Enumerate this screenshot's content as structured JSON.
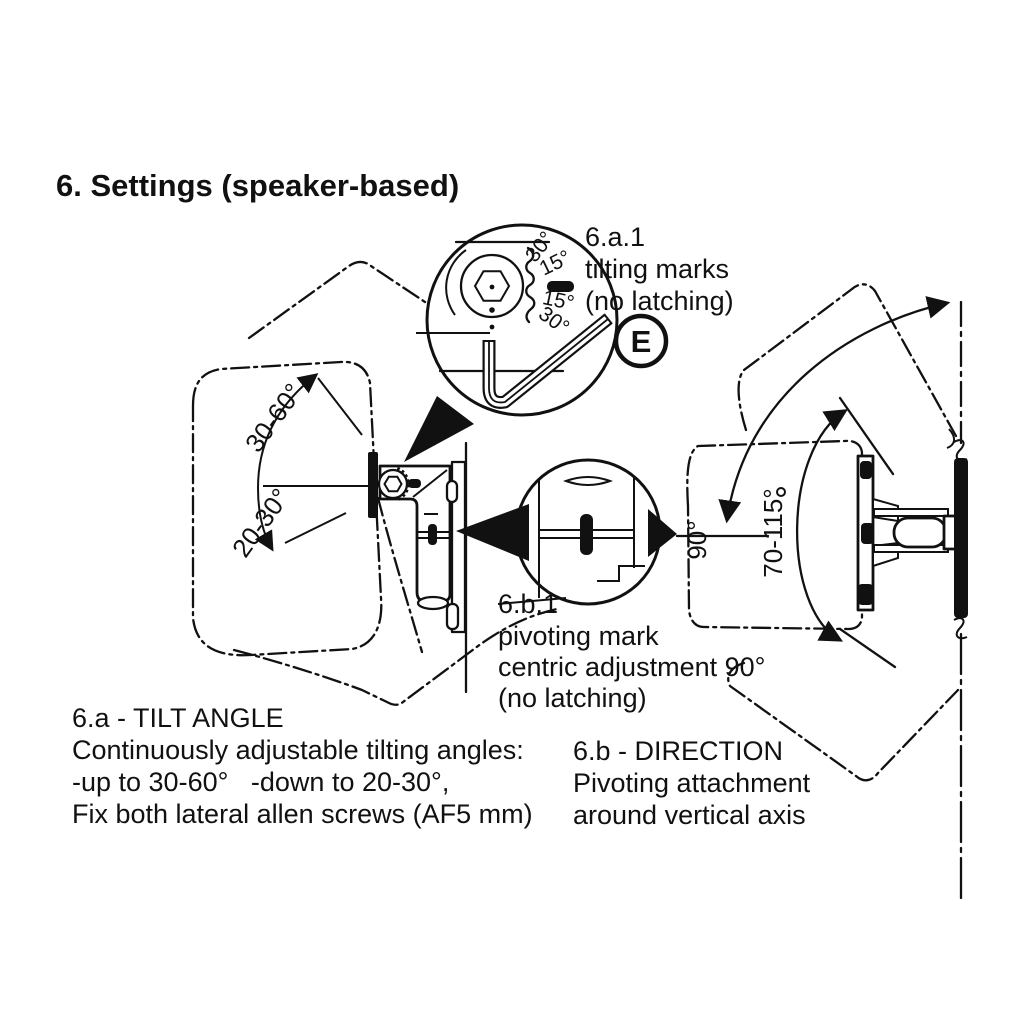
{
  "title": "6. Settings (speaker-based)",
  "detail_a": {
    "label_id": "6.a.1",
    "label_line1": "tilting marks",
    "label_line2": "(no latching)",
    "badge": "E",
    "tilt_marks": [
      "30°",
      "15°",
      "15°",
      "30°"
    ]
  },
  "tilt_diagram": {
    "up_range": "30-60°",
    "down_range": "20-30°"
  },
  "detail_b": {
    "label_id": "6.b.1",
    "label_line1": "pivoting mark",
    "label_line2": "centric adjustment 90°",
    "label_line3": "(no latching)"
  },
  "direction_diagram": {
    "rotation": "90°",
    "range": "70-115°"
  },
  "section_a": {
    "heading": "6.a - TILT ANGLE",
    "line1": "Continuously adjustable tilting angles:",
    "line2": "-up to 30-60°   -down to 20-30°,",
    "line3": "Fix both lateral allen screws (AF5 mm)"
  },
  "section_b": {
    "heading": "6.b - DIRECTION",
    "line1": "Pivoting attachment",
    "line2": "around vertical axis"
  }
}
